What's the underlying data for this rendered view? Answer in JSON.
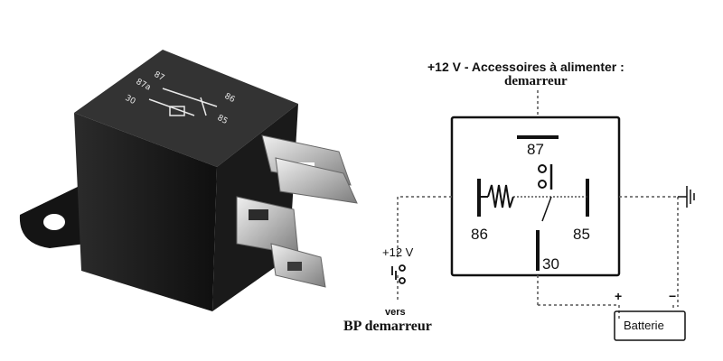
{
  "diagram": {
    "top_label": "+12 V - Accessoires à alimenter :",
    "top_sublabel": "demarreur",
    "pin_87": "87",
    "pin_86": "86",
    "pin_85": "85",
    "pin_30": "30",
    "plus_12v": "+12 V",
    "vers": "vers",
    "bp_demarreur": "BP demarreur",
    "battery_label": "Batterie",
    "battery_plus": "+",
    "battery_minus": "−"
  },
  "relay_photo": {
    "terminal_labels": [
      "87a",
      "87",
      "30",
      "86",
      "85"
    ]
  },
  "colors": {
    "relay_body": "#1c1c1c",
    "terminal_metal": "#c9c9c9",
    "wire": "#555555"
  }
}
